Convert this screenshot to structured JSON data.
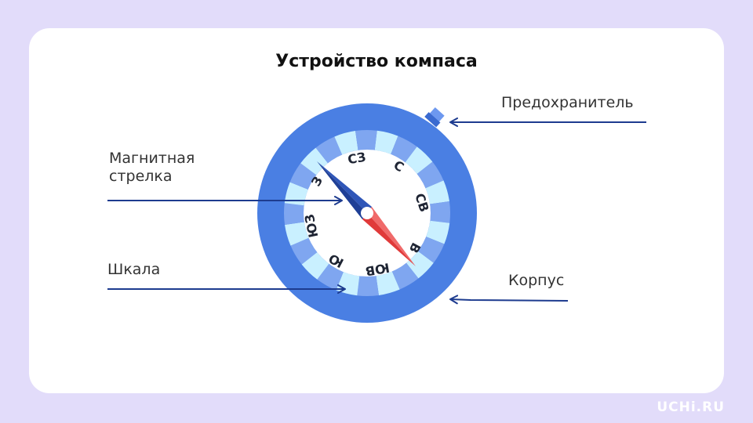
{
  "title": "Устройство компаса",
  "labels": {
    "fuse": "Предохранитель",
    "needle_line1": "Магнитная",
    "needle_line2": "стрелка",
    "scale": "Шкала",
    "body": "Корпус"
  },
  "directions": {
    "nw": "СЗ",
    "n": "С",
    "ne": "СВ",
    "e": "В",
    "se": "ЮВ",
    "s": "Ю",
    "sw": "ЮЗ",
    "w": "З"
  },
  "brand": "UCHi.RU",
  "colors": {
    "background": "#e2dcfa",
    "compass_body": "#4a7fe3",
    "scale_light": "#c9f0ff",
    "scale_dark": "#7fa6f0",
    "needle_north": "#2f56b8",
    "needle_south": "#ef4d4d",
    "arrow": "#1d3b8f"
  }
}
